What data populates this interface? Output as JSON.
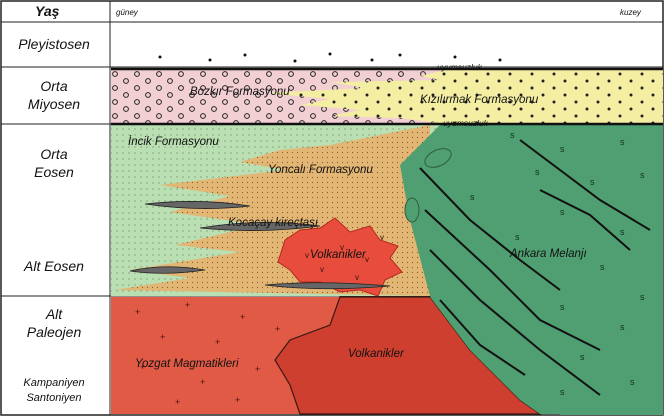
{
  "header": {
    "title": "Yaş",
    "left_dir": "güney",
    "right_dir": "kuzey"
  },
  "ages": {
    "pleyistosen": "Pleyistosen",
    "orta_miyosen": [
      "Orta",
      "Miyosen"
    ],
    "orta_eosen": [
      "Orta",
      "Eosen"
    ],
    "alt_eosen": "Alt Eosen",
    "alt_paleojen": [
      "Alt",
      "Paleojen"
    ],
    "kampaniyen": [
      "Kampaniyen",
      "Santoniyen"
    ]
  },
  "units": {
    "bozkir": "Bozkır Formasyonu",
    "kizilirmak": "Kızılırmak Formasyonu",
    "incik": "İncik Formasyonu",
    "yoncali": "Yoncalı Formasyonu",
    "kocacay": "Kocaçay kireçtaşı",
    "volkanikler_upper": "Volkanikler",
    "volkanikler_lower": "Volkanikler",
    "ankara": "Ankara Melanjı",
    "yozgat": "Yozgat Magmatikleri"
  },
  "annotations": {
    "unconformity_1": "uyumsuzluk",
    "unconformity_2": "uyumsuzluk"
  },
  "symbols": {
    "melange_mark": "s",
    "volcanic_mark": "v",
    "magmatic_mark": "+"
  },
  "colors": {
    "bozkir": "#f2cfd3",
    "kizilirmak": "#f4eea2",
    "incik": "#b9dfb3",
    "yoncali": "#e2b675",
    "volkanikler": "#e74c3c",
    "ankara": "#4f9f72",
    "yozgat": "#e05a45",
    "volk_lower": "#cf3f2f"
  }
}
